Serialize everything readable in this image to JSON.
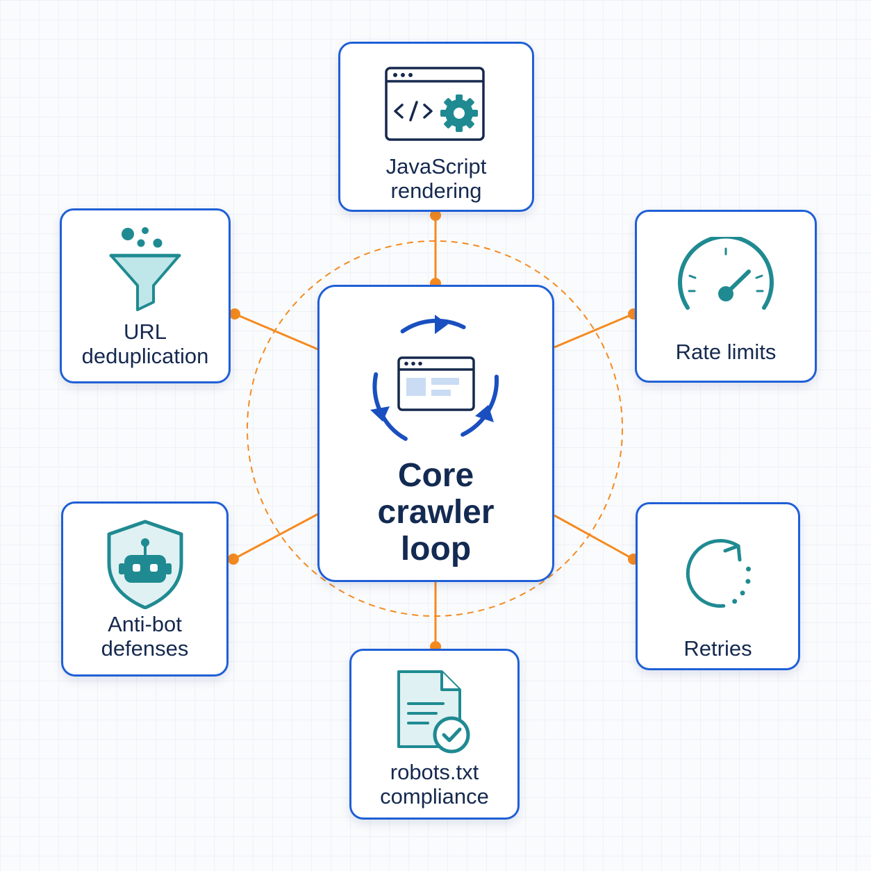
{
  "colors": {
    "box_border": "#1f5fd6",
    "connector": "#f58a1f",
    "icon_teal": "#1f8a91",
    "text_dark": "#15294f",
    "cycle_blue": "#1a4fc0"
  },
  "center": {
    "label": "Core\ncrawler\nloop",
    "icon": "browser-cycle-icon"
  },
  "nodes": {
    "js_rendering": {
      "label": "JavaScript\nrendering",
      "icon": "code-window-gear-icon"
    },
    "url_dedup": {
      "label": "URL\ndeduplication",
      "icon": "funnel-icon"
    },
    "rate_limits": {
      "label": "Rate limits",
      "icon": "speedometer-icon"
    },
    "anti_bot": {
      "label": "Anti-bot\ndefenses",
      "icon": "shield-robot-icon"
    },
    "retries": {
      "label": "Retries",
      "icon": "retry-arrow-icon"
    },
    "robots": {
      "label": "robots.txt\ncompliance",
      "icon": "document-check-icon"
    }
  }
}
